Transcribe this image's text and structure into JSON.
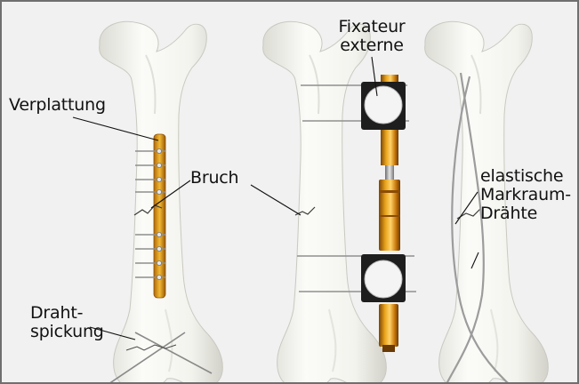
{
  "labels": {
    "plating": "Verplattung",
    "fracture": "Bruch",
    "fixator_line1": "Fixateur",
    "fixator_line2": "externe",
    "elastic_line1": "elastische",
    "elastic_line2": "Markraum-",
    "elastic_line3": "Drähte",
    "wiring_line1": "Draht-",
    "wiring_line2": "spickung"
  },
  "colors": {
    "background": "#f1f1f1",
    "bone": "#f8f8f4",
    "bone_shade": "#d9d9d2",
    "implant_gold": "#d9920f",
    "steel": "#9a9a9a",
    "clamp_black": "#1e1e1e"
  }
}
